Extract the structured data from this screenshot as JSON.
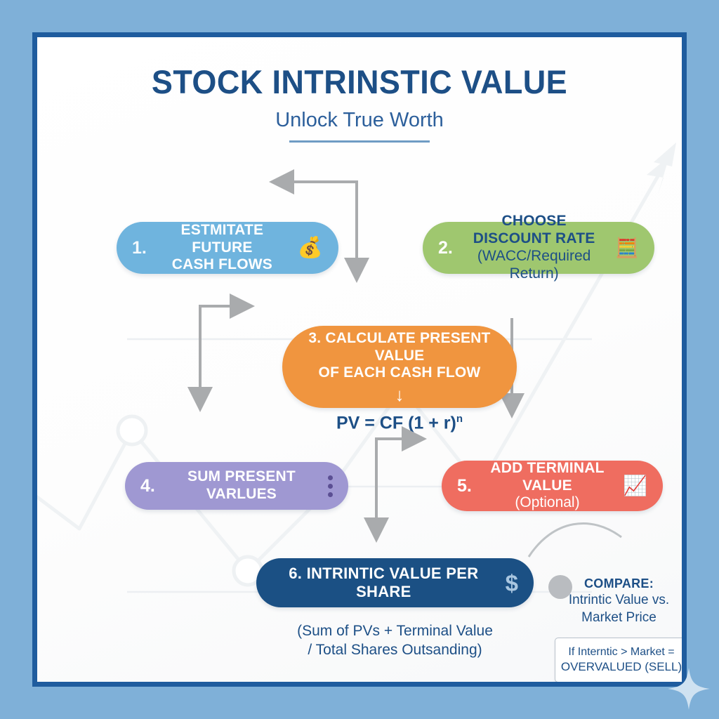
{
  "header": {
    "title": "STOCK INTRINSTIC VALUE",
    "subtitle": "Unlock True Worth"
  },
  "colors": {
    "outer_background": "#7fb0d8",
    "card_border": "#1f5c9e",
    "card_background": "#ffffff",
    "title": "#1d4f86",
    "step1": "#6fb4de",
    "step2": "#9fc76f",
    "step3": "#f0953f",
    "step4": "#9f98d2",
    "step5": "#ef6d60",
    "step6": "#1b5084",
    "connector": "#a9abad",
    "verdict_border": "#b9c2cb"
  },
  "steps": [
    {
      "number": "1.",
      "line1": "ESTMITATE FUTURE",
      "line2": "CASH FLOWS",
      "icon": "money-bag-icon",
      "icon_glyph": "💰"
    },
    {
      "number": "2.",
      "line1": "CHOOSE DISCOUNT RATE",
      "line2": "(WACC/Required Return)",
      "icon": "calculator-icon",
      "icon_glyph": "🧮"
    },
    {
      "number": "3.",
      "line1": "3. CALCULATE PRESENT VALUE",
      "line2": "OF EACH CASH FLOW",
      "icon": "down-arrow-icon",
      "icon_glyph": "↓"
    },
    {
      "number": "4.",
      "line1": "SUM PRESENT VARLUES",
      "line2": "",
      "icon": "three-dots-icon",
      "icon_glyph": ""
    },
    {
      "number": "5.",
      "line1": "ADD TERMINAL VALUE",
      "line2": "(Optional)",
      "icon": "chart-up-icon",
      "icon_glyph": "📈"
    },
    {
      "number": "6.",
      "line1": "6. INTRINTIC VALUE PER SHARE",
      "line2": "",
      "icon": "dollar-sign-icon",
      "icon_glyph": "$"
    }
  ],
  "formula": {
    "base": "PV = CF (1 + r)",
    "exponent": "n"
  },
  "bottom_note": {
    "line1": "(Sum of PVs + Terminal Value",
    "line2": "/ Total Shares Outsanding)"
  },
  "compare": {
    "heading": "COMPARE:",
    "line1": "Intrintic Value vs.",
    "line2": "Market Price",
    "verdict_line1": "If Interntic > Market =",
    "verdict_line2": "OVERVALUED (SELL)"
  }
}
